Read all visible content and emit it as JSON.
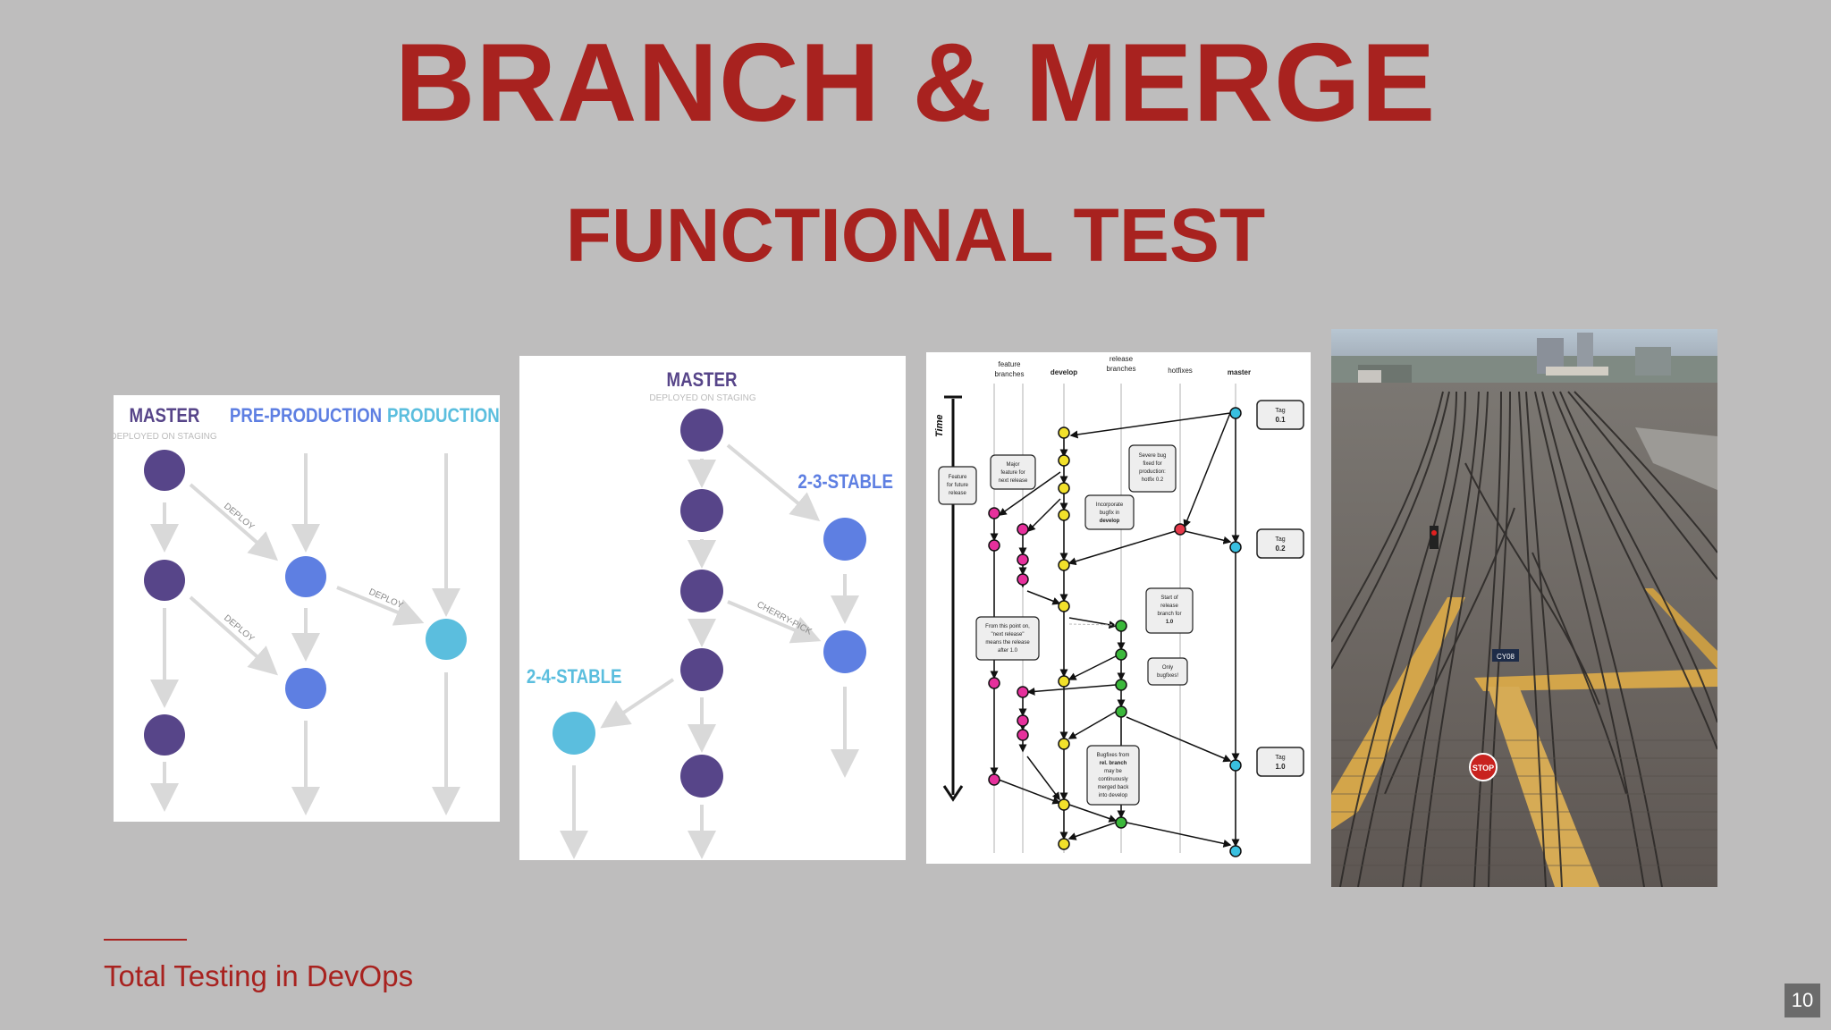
{
  "slide": {
    "title": "BRANCH & MERGE",
    "subtitle": "FUNCTIONAL TEST",
    "footer": "Total Testing in DevOps",
    "page_number": "10"
  },
  "diagram1": {
    "col_master": "MASTER",
    "col_master_sub": "DEPLOYED ON STAGING",
    "col_preprod": "PRE-PRODUCTION",
    "col_prod": "PRODUCTION",
    "deploy_label": "DEPLOY"
  },
  "diagram2": {
    "master": "MASTER",
    "master_sub": "DEPLOYED ON STAGING",
    "stable_23": "2-3-STABLE",
    "stable_24": "2-4-STABLE",
    "cherry_pick": "CHERRY-PICK"
  },
  "diagram3": {
    "col_feature": "feature",
    "col_feature2": "branches",
    "col_develop": "develop",
    "col_release": "release",
    "col_release2": "branches",
    "col_hotfixes": "hotfixes",
    "col_master": "master",
    "time": "Time",
    "tag_word": "Tag",
    "tag_01": "0.1",
    "tag_02": "0.2",
    "tag_10": "1.0",
    "note_feature_future": [
      "Feature",
      "for future",
      "release"
    ],
    "note_major_feature": [
      "Major",
      "feature for",
      "next release"
    ],
    "note_severe_bug": [
      "Severe bug",
      "fixed for",
      "production:",
      "hotfix 0.2"
    ],
    "note_incorporate": [
      "Incorporate",
      "bugfix in",
      "develop"
    ],
    "note_start_release": [
      "Start of",
      "release",
      "branch for",
      "1.0"
    ],
    "note_from_this_point": [
      "From this point on,",
      "\"next release\"",
      "means the release",
      "after 1.0"
    ],
    "note_only_bugfixes": [
      "Only",
      "bugfixes!"
    ],
    "note_bugfixes_rel": [
      "Bugfixes from",
      "rel. branch",
      "may be",
      "continuously",
      "merged back",
      "into develop"
    ]
  },
  "photo": {
    "stop_sign": "STOP",
    "sign_label": "CY08"
  },
  "colors": {
    "accent": "#a8221f",
    "master_node": "#574589",
    "preprod_node": "#5e7fe2",
    "prod_node": "#5bbede",
    "arrow": "#d9d9d9"
  }
}
